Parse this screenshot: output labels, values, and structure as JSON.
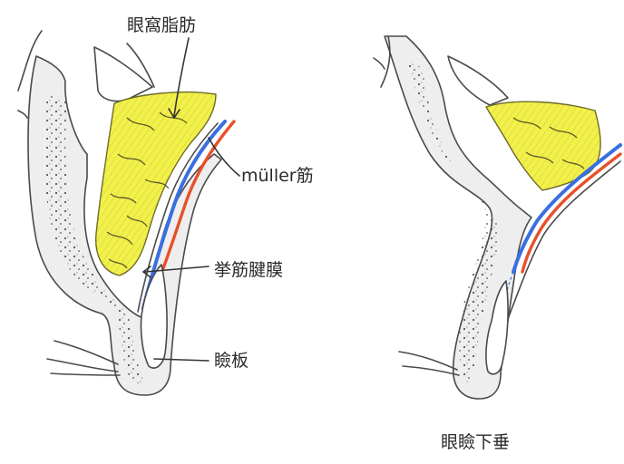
{
  "labels": {
    "orbital_fat": "眼窩脂肪",
    "muller_muscle": "müller筋",
    "levator_aponeurosis": "挙筋腱膜",
    "tarsal_plate": "瞼板",
    "ptosis_caption": "眼瞼下垂"
  },
  "colors": {
    "fat": "#f2f04a",
    "muller_muscle": "#e8502c",
    "levator_aponeurosis": "#3a6fe0",
    "tissue": "#eeeeee",
    "stroke": "#4a4a4a",
    "stipple": "#555555"
  }
}
